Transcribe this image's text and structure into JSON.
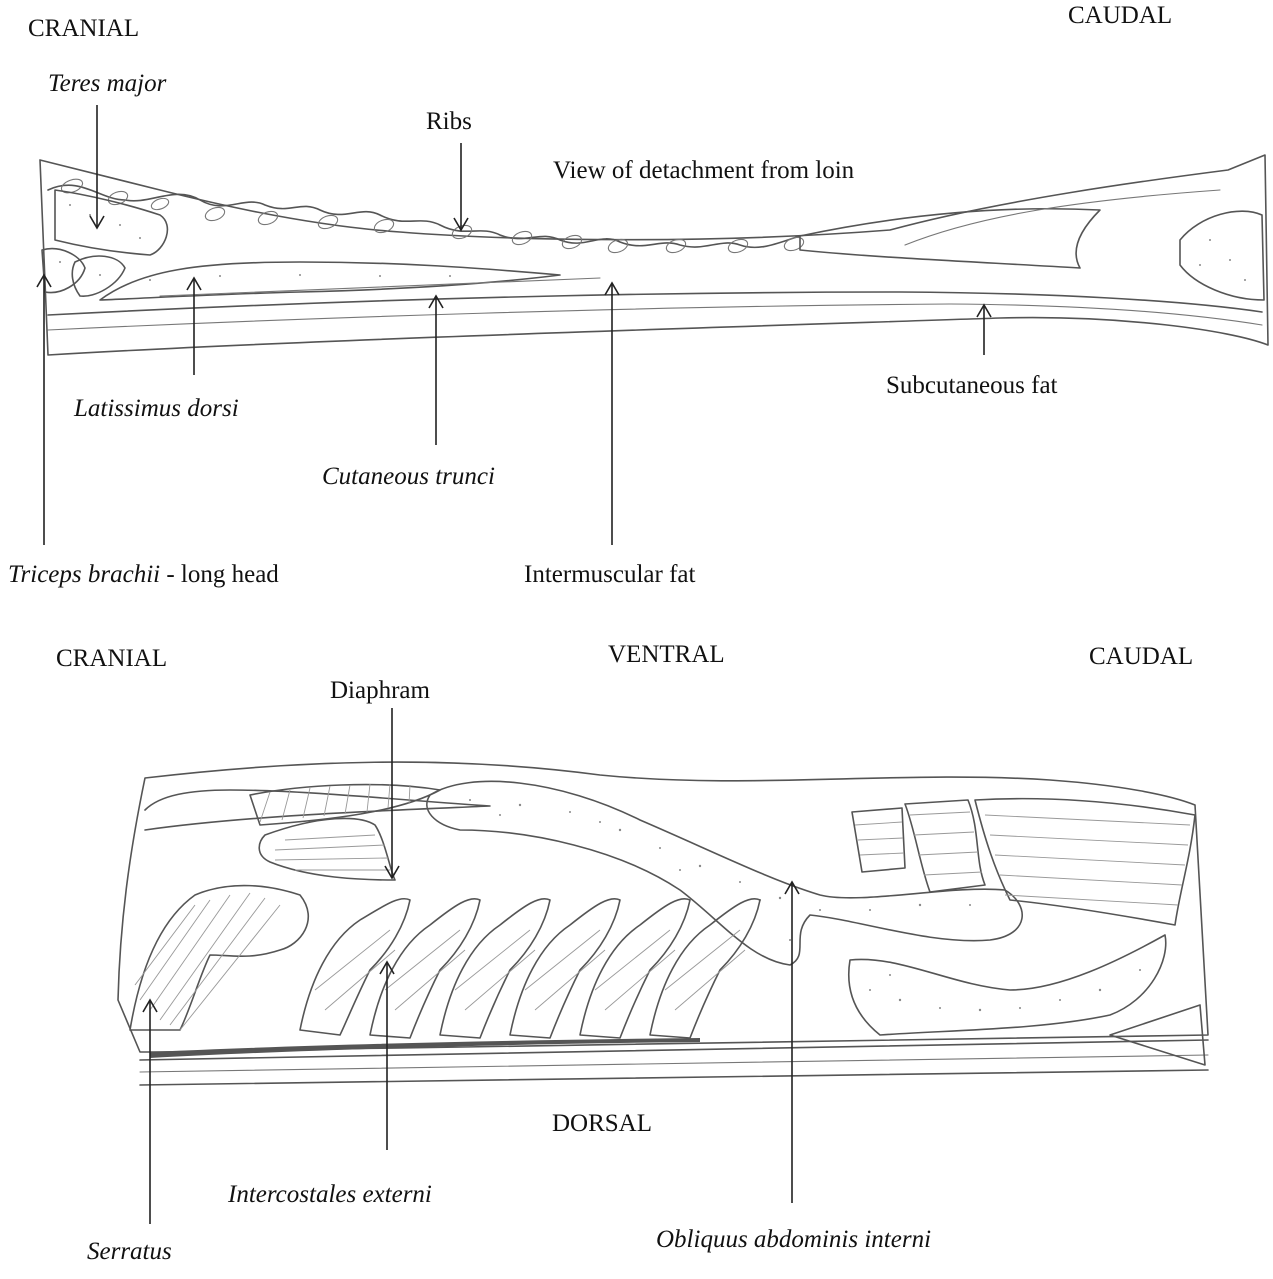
{
  "top_diagram": {
    "orientation": {
      "left": "CRANIAL",
      "right": "CAUDAL"
    },
    "caption": "View of detachment from loin",
    "labels": {
      "teres_major": "Teres major",
      "ribs": "Ribs",
      "latissimus_dorsi": "Latissimus dorsi",
      "cutaneous_trunci": "Cutaneous trunci",
      "subcutaneous_fat": "Subcutaneous fat",
      "triceps_italic": "Triceps brachii",
      "triceps_rest": " - long head",
      "intermuscular_fat": "Intermuscular fat"
    }
  },
  "bottom_diagram": {
    "orientation": {
      "left": "CRANIAL",
      "top": "VENTRAL",
      "right": "CAUDAL",
      "bottom": "DORSAL"
    },
    "labels": {
      "diaphram": "Diaphram",
      "intercostales_externi": "Intercostales externi",
      "serratus": "Serratus",
      "obliquus": "Obliquus abdominis interni"
    }
  }
}
